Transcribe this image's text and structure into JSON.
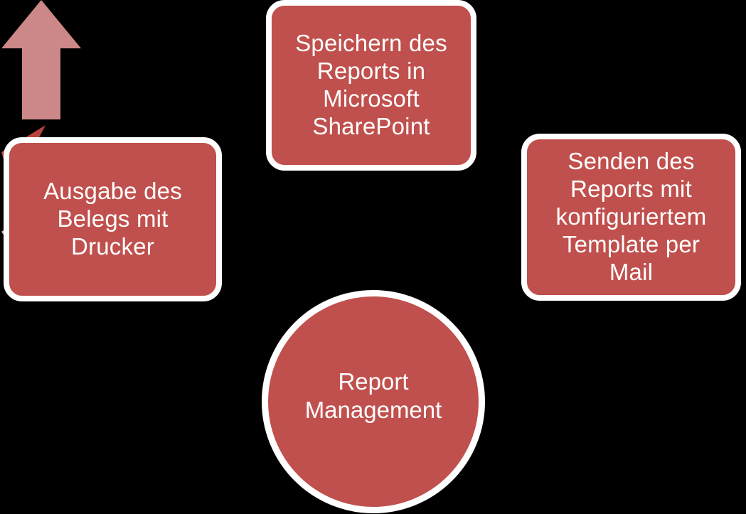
{
  "diagram": {
    "title": "Report Management",
    "type": "radial-hub-and-spoke",
    "colors": {
      "background": "#000000",
      "node_fill": "#c0504d",
      "node_border": "#ffffff",
      "text": "#ffffff",
      "arrow_up": "#cc8888",
      "arrow_left": "#b8433f",
      "arrow_right": "#e0c2c4"
    },
    "hub": {
      "id": "report-management",
      "label": "Report\nManagement",
      "shape": "circle"
    },
    "nodes": [
      {
        "id": "sharepoint",
        "position": "top",
        "label": "Speichern des\nReports in\nMicrosoft\nSharePoint",
        "shape": "rounded-rectangle"
      },
      {
        "id": "printer",
        "position": "left",
        "label": "Ausgabe des\nBelegs mit\nDrucker",
        "shape": "rounded-rectangle"
      },
      {
        "id": "mail",
        "position": "right",
        "label": "Senden des\nReports mit\nkonfiguriertem\nTemplate per\nMail",
        "shape": "rounded-rectangle"
      }
    ],
    "arrows": [
      {
        "id": "arrow-up",
        "from": "report-management",
        "to": "sharepoint",
        "direction": "up",
        "color": "#cc8888"
      },
      {
        "id": "arrow-left",
        "from": "report-management",
        "to": "printer",
        "direction": "up-left",
        "color": "#b8433f"
      },
      {
        "id": "arrow-right",
        "from": "report-management",
        "to": "mail",
        "direction": "up-right",
        "color": "#e0c2c4"
      }
    ]
  }
}
